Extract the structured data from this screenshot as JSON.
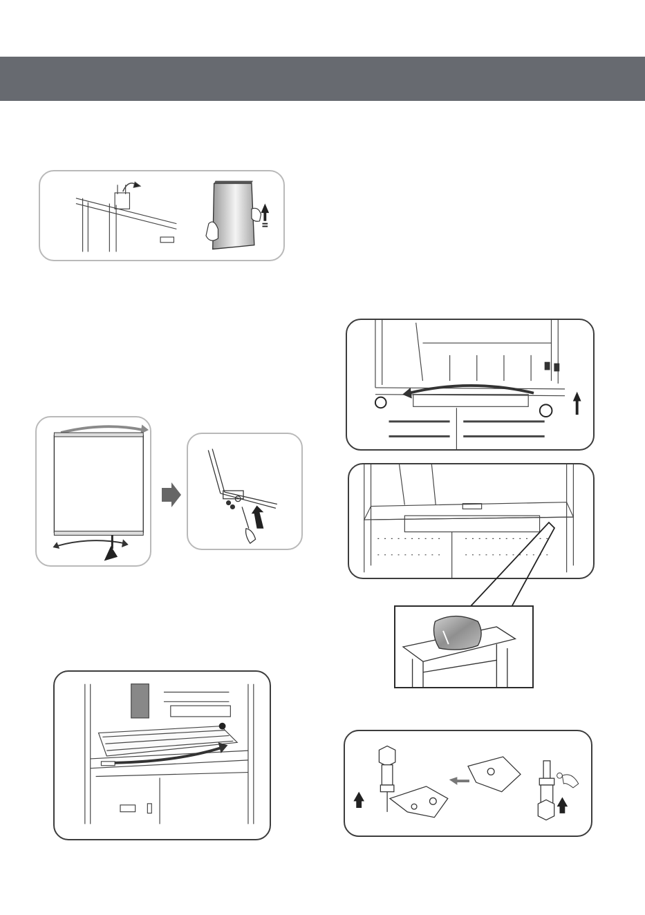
{
  "header": {
    "title": ""
  },
  "colors": {
    "header_bar": "#676a70",
    "panel_border": "#3c3c3c",
    "line_art": "#333333"
  },
  "figures": {
    "label_plate_text": "",
    "icons": [
      "door-lift-figure",
      "door-hinge-swap-figure",
      "shelf-slide-figure",
      "cabinet-top-hinge-figure",
      "cabinet-base-cover-figure",
      "hinge-pin-swap-figure"
    ]
  }
}
